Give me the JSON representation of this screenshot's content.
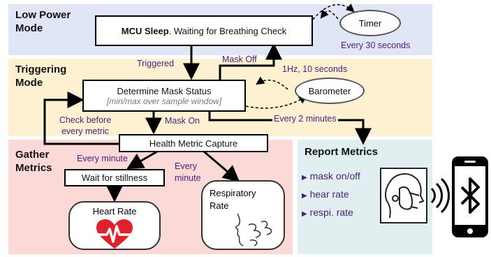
{
  "colors": {
    "low_power_bg": "#e1e6f7",
    "triggering_bg": "#fdf1d2",
    "gather_bg": "#fbd9d6",
    "report_bg": "#e2eff0",
    "annotation_text": "#4a1f7a",
    "heart": "#e0202a"
  },
  "modes": {
    "low_power": "Low Power Mode",
    "triggering": "Triggering Mode",
    "gather": "Gather Metrics",
    "report": "Report Metrics"
  },
  "nodes": {
    "mcu_sleep_bold": "MCU Sleep",
    "mcu_sleep_rest": ". Waiting for Breathing Check",
    "timer": "Timer",
    "determine_title": "Determine Mask Status",
    "determine_sub": "[min/max over sample window]",
    "barometer": "Barometer",
    "health_capture": "Health Metric Capture",
    "wait_stillness": "Wait for stillness",
    "heart_rate": "Heart Rate",
    "respiratory_rate": "Respiratory Rate"
  },
  "annotations": {
    "every_30s": "Every 30 seconds",
    "triggered": "Triggered",
    "mask_off": "Mask Off",
    "hz": "1Hz, 10 seconds",
    "check_before": "Check before every metric",
    "mask_on": "Mask On",
    "every_2min": "Every 2 minutes",
    "every_minute_1": "Every minute",
    "every_minute_2": "Every minute"
  },
  "report_items": [
    "mask on/off",
    "hear rate",
    "respi. rate"
  ],
  "icons": [
    "face-mask-icon",
    "wireless-signal-icon",
    "bluetooth-phone-icon",
    "heart-pulse-icon",
    "breathing-face-icon",
    "triangle-bullet-icon"
  ]
}
